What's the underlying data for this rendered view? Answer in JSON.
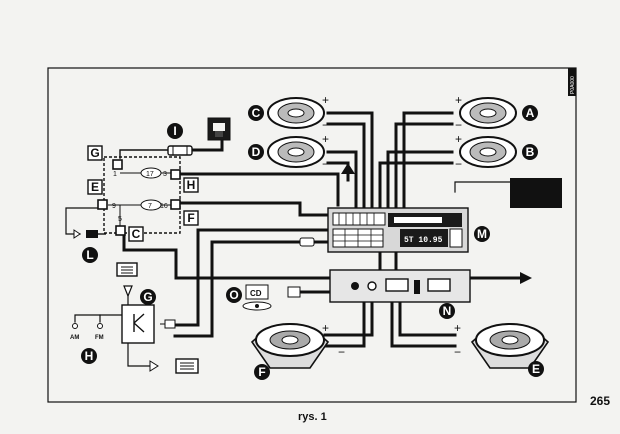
{
  "figure": {
    "caption": "rys. 1",
    "page_number": "265",
    "edge_label": "P0A000"
  },
  "callouts": {
    "A": "A",
    "B": "B",
    "C": "C",
    "D": "D",
    "E": "E",
    "F": "F",
    "G": "G",
    "H": "H",
    "I": "I",
    "L": "L",
    "M": "M",
    "N": "N",
    "O": "O"
  },
  "box_labels": {
    "G": "G",
    "E": "E",
    "H": "H",
    "F": "F",
    "C": "C"
  },
  "connector_pins": {
    "p1": "1",
    "p17": "17",
    "p3": "3",
    "p9": "9",
    "p7": "7",
    "p16": "16",
    "p5": "5"
  },
  "antenna_bands": {
    "am": "AM",
    "fm": "FM"
  },
  "polarity": {
    "plus": "+",
    "minus": "−"
  },
  "radio_panel": {
    "display": "5T 10.95"
  },
  "cd_label": "CD"
}
